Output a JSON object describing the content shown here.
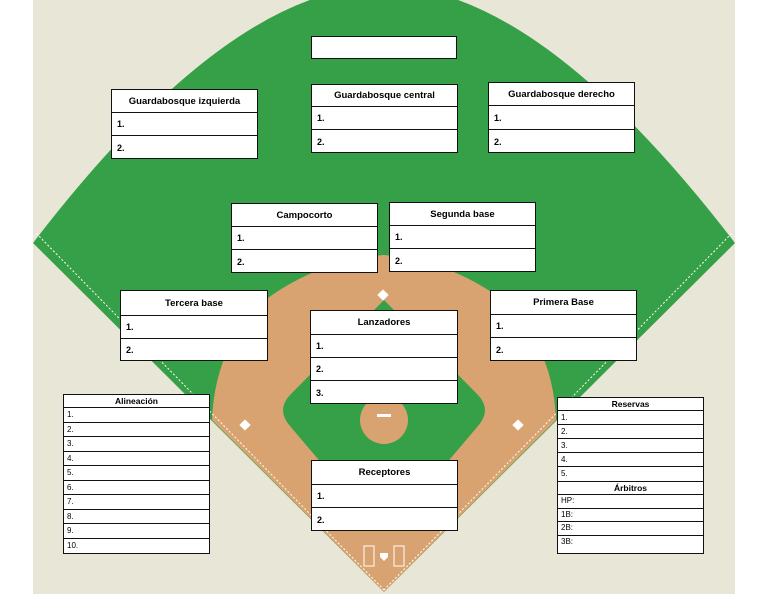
{
  "title": "",
  "positions": {
    "left_field": {
      "label": "Guardabosque izquierda",
      "slots": [
        "1.",
        "2."
      ]
    },
    "center_field": {
      "label": "Guardabosque central",
      "slots": [
        "1.",
        "2."
      ]
    },
    "right_field": {
      "label": "Guardabosque derecho",
      "slots": [
        "1.",
        "2."
      ]
    },
    "shortstop": {
      "label": "Campocorto",
      "slots": [
        "1.",
        "2."
      ]
    },
    "second_base": {
      "label": "Segunda base",
      "slots": [
        "1.",
        "2."
      ]
    },
    "third_base": {
      "label": "Tercera base",
      "slots": [
        "1.",
        "2."
      ]
    },
    "first_base": {
      "label": "Primera Base",
      "slots": [
        "1.",
        "2."
      ]
    },
    "pitchers": {
      "label": "Lanzadores",
      "slots": [
        "1.",
        "2.",
        "3."
      ]
    },
    "catchers": {
      "label": "Receptores",
      "slots": [
        "1.",
        "2."
      ]
    }
  },
  "lineup": {
    "label": "Alineación",
    "slots": [
      "1.",
      "2.",
      "3.",
      "4.",
      "5.",
      "6.",
      "7.",
      "8.",
      "9.",
      "10."
    ]
  },
  "reserves": {
    "label": "Reservas",
    "slots": [
      "1.",
      "2.",
      "3.",
      "4.",
      "5."
    ]
  },
  "umpires": {
    "label": "Árbitros",
    "slots": [
      "HP:",
      "1B:",
      "2B:",
      "3B:"
    ]
  },
  "colors": {
    "background": "#e8e6d6",
    "grass": "#35a047",
    "dirt": "#d8a370",
    "lines": "#ffffff",
    "border": "#111111"
  }
}
